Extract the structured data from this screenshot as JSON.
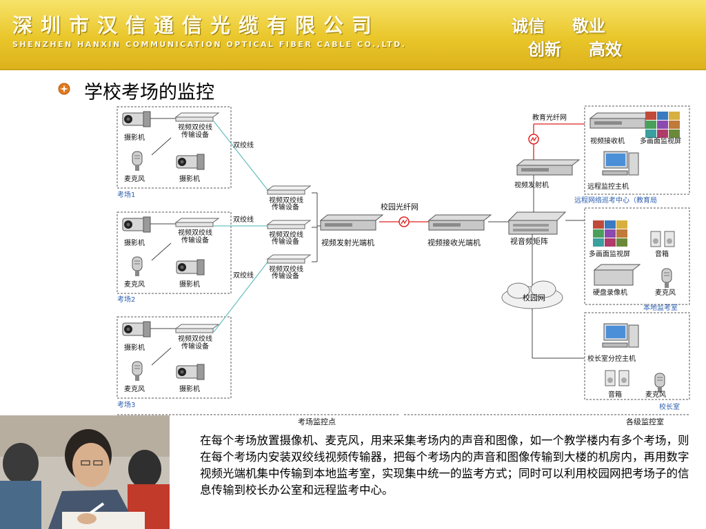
{
  "header": {
    "company_cn": "深圳市汉信通信光缆有限公司",
    "company_en": "SHENZHEN HANXIN COMMUNICATION OPTICAL FIBER CABLE CO.,LTD.",
    "slogans": [
      "诚信",
      "敬业",
      "创新",
      "高效"
    ]
  },
  "slide_title": "学校考场的监控",
  "diagram": {
    "camera": "摄影机",
    "mic": "麦克风",
    "twisted_tx_1": "视频双绞线",
    "twisted_tx_2": "传输设备",
    "twisted_pair": "双绞线",
    "room1": "考场1",
    "room2": "考场2",
    "room3": "考场3",
    "exam_points": "考场监控点",
    "all_levels": "各级监控室",
    "campus_fiber": "校园光纤网",
    "video_tx_optical": "视频发射光端机",
    "video_rx_optical": "视频接收光端机",
    "av_matrix": "视音频矩阵",
    "campus_net": "校园网",
    "edu_fiber": "教育光纤网",
    "video_tx": "视频发射机",
    "video_rx": "视频接收机",
    "multi_monitor_wall": "多画面监视屏",
    "multi_monitor": "多画面监视屏",
    "remote_host": "远程监控主机",
    "remote_center": "远程网络巡考中心（教育局",
    "speaker": "音箱",
    "hdd_recorder": "硬盘录像机",
    "local_room": "本地监考室",
    "principal_host": "校长室分控主机",
    "principal_room": "校长室"
  },
  "description": "在每个考场放置摄像机、麦克风，用来采集考场内的声音和图像，如一个教学楼内有多个考场，则在每个考场内安装双绞线视频传输器，把每个考场内的声音和图像传输到大楼的机房内，再用数字视频光端机集中传输到本地监考室，实现集中统一的监考方式；同时可以利用校园网把考场子的信息传输到校长办公室和远程监考中心。"
}
